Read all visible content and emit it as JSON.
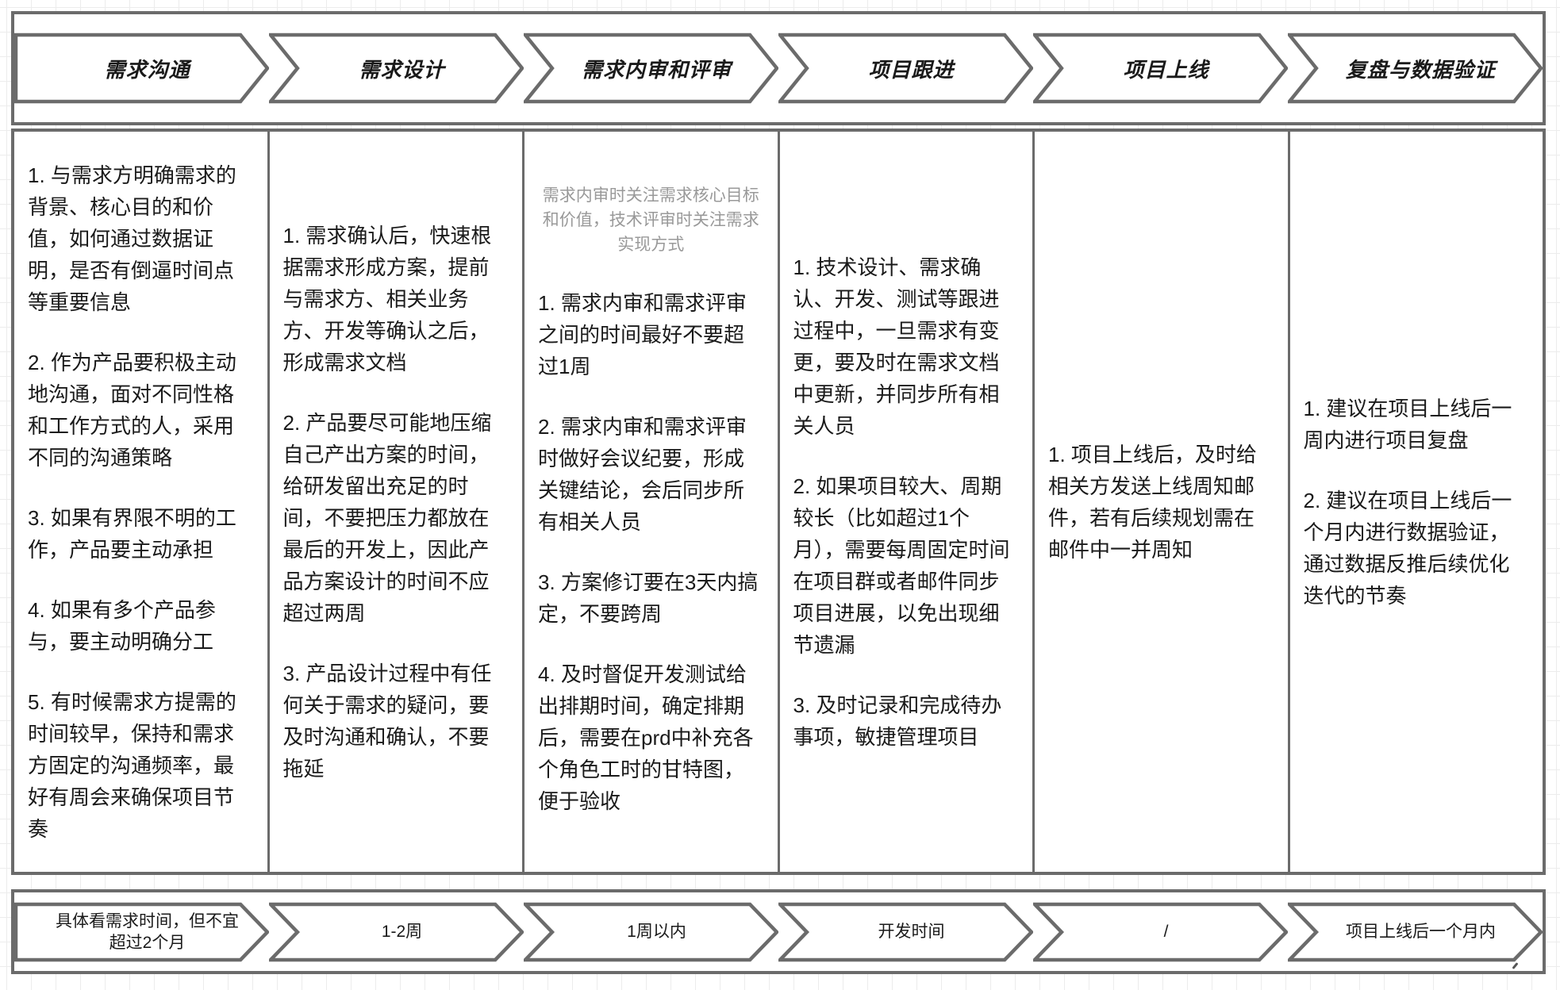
{
  "colors": {
    "border_gray": "#6b6b6b",
    "text": "#1a1a1a",
    "note_gray": "#999999",
    "grid_line": "#ececec"
  },
  "stages": [
    {
      "header": "需求沟通",
      "duration": "具体看需求时间，但不宜超过2个月",
      "items": [
        "1. 与需求方明确需求的背景、核心目的和价值，如何通过数据证明，是否有倒逼时间点等重要信息",
        "2. 作为产品要积极主动地沟通，面对不同性格和工作方式的人，采用不同的沟通策略",
        "3. 如果有界限不明的工作，产品要主动承担",
        "4. 如果有多个产品参与，要主动明确分工",
        "5. 有时候需求方提需的时间较早，保持和需求方固定的沟通频率，最好有周会来确保项目节奏"
      ]
    },
    {
      "header": "需求设计",
      "duration": "1-2周",
      "items": [
        "1. 需求确认后，快速根据需求形成方案，提前与需求方、相关业务方、开发等确认之后，形成需求文档",
        "2. 产品要尽可能地压缩自己产出方案的时间，给研发留出充足的时间，不要把压力都放在最后的开发上，因此产品方案设计的时间不应超过两周",
        "3. 产品设计过程中有任何关于需求的疑问，要及时沟通和确认，不要拖延"
      ]
    },
    {
      "header": "需求内审和评审",
      "duration": "1周以内",
      "note": "需求内审时关注需求核心目标和价值，技术评审时关注需求实现方式",
      "items": [
        "1. 需求内审和需求评审之间的时间最好不要超过1周",
        "2. 需求内审和需求评审时做好会议纪要，形成关键结论，会后同步所有相关人员",
        "3. 方案修订要在3天内搞定，不要跨周",
        "4. 及时督促开发测试给出排期时间，确定排期后，需要在prd中补充各个角色工时的甘特图，便于验收"
      ]
    },
    {
      "header": "项目跟进",
      "duration": "开发时间",
      "items": [
        "1. 技术设计、需求确认、开发、测试等跟进过程中，一旦需求有变更，要及时在需求文档中更新，并同步所有相关人员",
        "2. 如果项目较大、周期较长（比如超过1个月），需要每周固定时间在项目群或者邮件同步项目进展，以免出现细节遗漏",
        "3. 及时记录和完成待办事项，敏捷管理项目"
      ]
    },
    {
      "header": "项目上线",
      "duration": "/",
      "items": [
        "1. 项目上线后，及时给相关方发送上线周知邮件，若有后续规划需在邮件中一并周知"
      ]
    },
    {
      "header": "复盘与数据验证",
      "duration": "项目上线后一个月内",
      "items": [
        "1. 建议在项目上线后一周内进行项目复盘",
        "2. 建议在项目上线后一个月内进行数据验证，通过数据反推后续优化迭代的节奏"
      ]
    }
  ]
}
